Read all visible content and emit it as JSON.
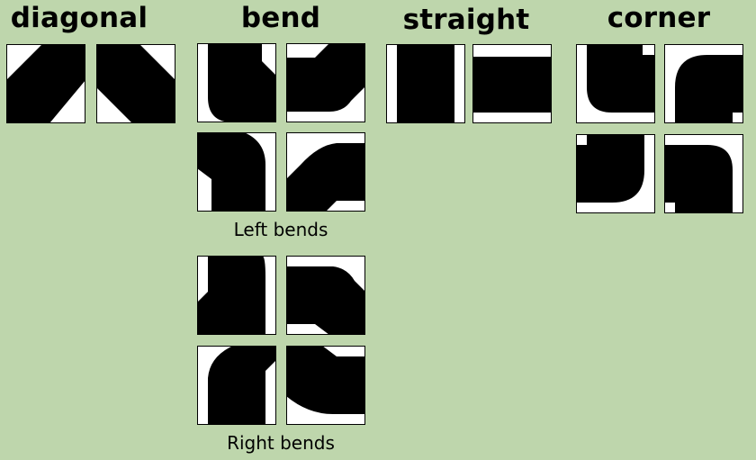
{
  "headings": {
    "diagonal": "diagonal",
    "bend": "bend",
    "straight": "straight",
    "corner": "corner"
  },
  "captions": {
    "left_bends": "Left bends",
    "right_bends": "Right bends"
  },
  "colors": {
    "background": "#bed6ac",
    "tile_fill": "#000000",
    "tile_empty": "#ffffff"
  }
}
